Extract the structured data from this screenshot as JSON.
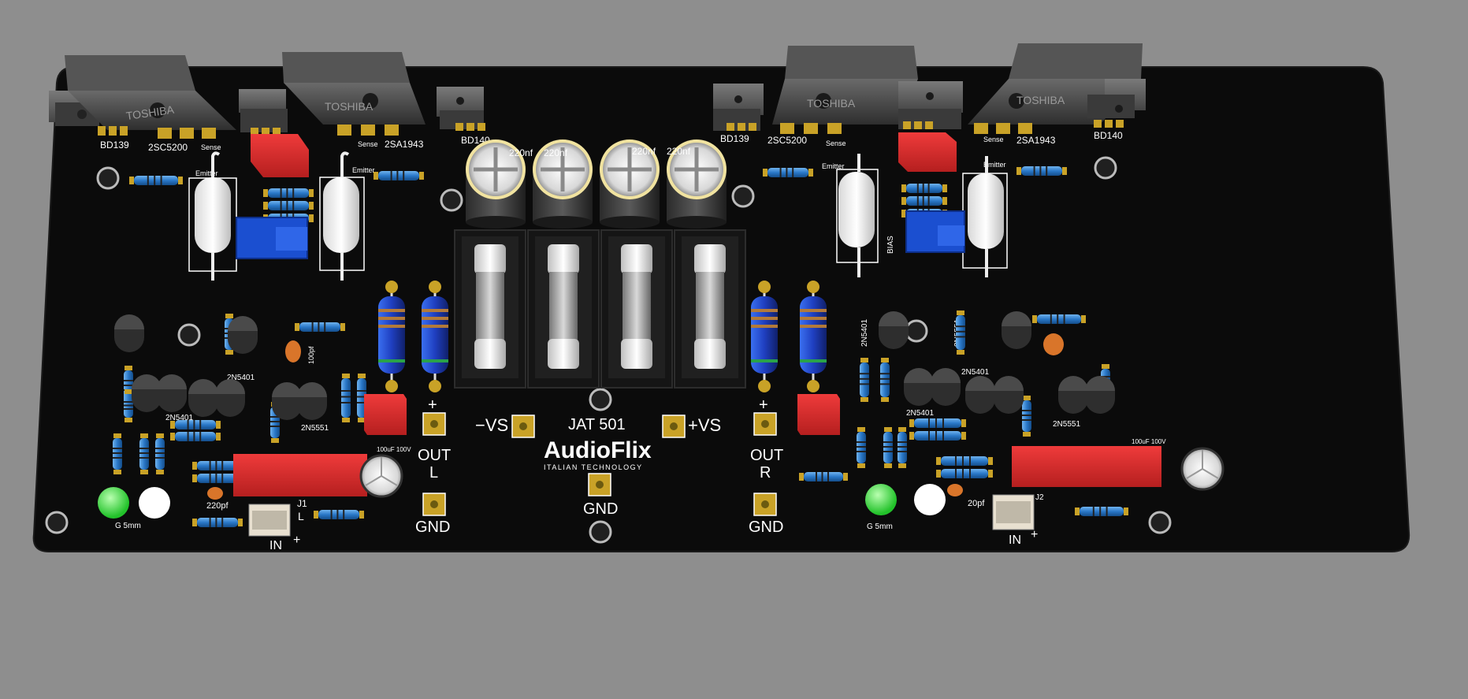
{
  "board": {
    "title": "JAT 501",
    "brand": "AudioFlix",
    "tagline": "ITALIAN TECHNOLOGY",
    "colors": {
      "background": "#8e8e8e",
      "board": "#0b0b0b",
      "pad": "#c9a227",
      "resistor": "#2a78c8",
      "capacitor_red": "#d42a2a",
      "led_green": "#36d23a",
      "trimmer_blue": "#1b4fd0"
    }
  },
  "left": {
    "transistors": {
      "bd139": "BD139",
      "sc5200": "2SC5200",
      "sa1943": "2SA1943",
      "bd140": "BD140",
      "brand1": "TOSHIBA",
      "brand2": "TOSHIBA"
    },
    "sense1": "Sense",
    "emitter1": "Emitter",
    "sense2": "Sense",
    "emitter2": "Emitter",
    "cap_100pf": "100pf",
    "cap_220pf": "220pf",
    "n5401_a": "2N5401",
    "n5401_b": "2N5401",
    "n5551": "2N5551",
    "led": "G 5mm",
    "elcap": "100uF 100V",
    "connector": "J1",
    "connector_side": "L",
    "in": "IN",
    "plus": "+",
    "out_plus": "+",
    "out": "OUT",
    "out_side": "L",
    "gnd": "GND"
  },
  "right": {
    "transistors": {
      "bd139": "BD139",
      "sc5200": "2SC5200",
      "sa1943": "2SA1943",
      "bd140": "BD140",
      "brand1": "TOSHIBA",
      "brand2": "TOSHIBA"
    },
    "sense1": "Sense",
    "emitter1": "Emitter",
    "sense2": "Sense",
    "emitter2": "Emitter",
    "bias": "BIAS",
    "cap_220pf": "20pf",
    "n5401_a": "2N5401",
    "n5401_b": "2N5401",
    "n5401_c": "2N5401",
    "n5551_a": "2N5551",
    "n5551_b": "2N5551",
    "led": "G 5mm",
    "elcap": "100uF 100V",
    "connector": "J2",
    "in": "IN",
    "plus": "+",
    "out_plus": "+",
    "out": "OUT",
    "out_side": "R",
    "gnd": "GND"
  },
  "center": {
    "neg_vs": "−VS",
    "pos_vs": "+VS",
    "gnd": "GND",
    "cap1": "220nf",
    "cap2": "220nf",
    "cap3": "220nf",
    "cap4": "220nf"
  }
}
